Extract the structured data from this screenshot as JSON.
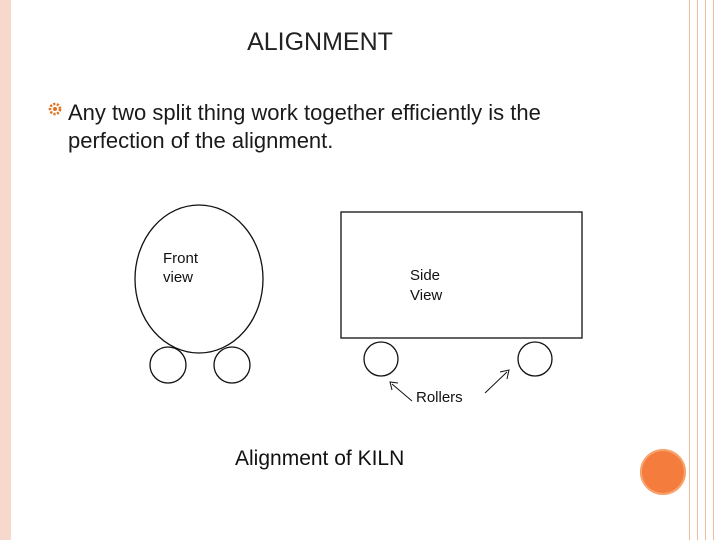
{
  "slide": {
    "title": "ALIGNMENT",
    "bullet_text": "Any two split thing work together efficiently is the perfection of the alignment.",
    "caption": "Alignment of KILN"
  },
  "figure": {
    "front_label_line1": "Front",
    "front_label_line2": "view",
    "side_label_line1": "Side",
    "side_label_line2": "View",
    "rollers_label": "Rollers"
  },
  "colors": {
    "accent": "#f47c3c",
    "border": "#f6d9cc",
    "rules": "#f1b79f"
  },
  "icons": {
    "bullet": "gear-bullet-icon",
    "decoration": "orange-circle"
  }
}
